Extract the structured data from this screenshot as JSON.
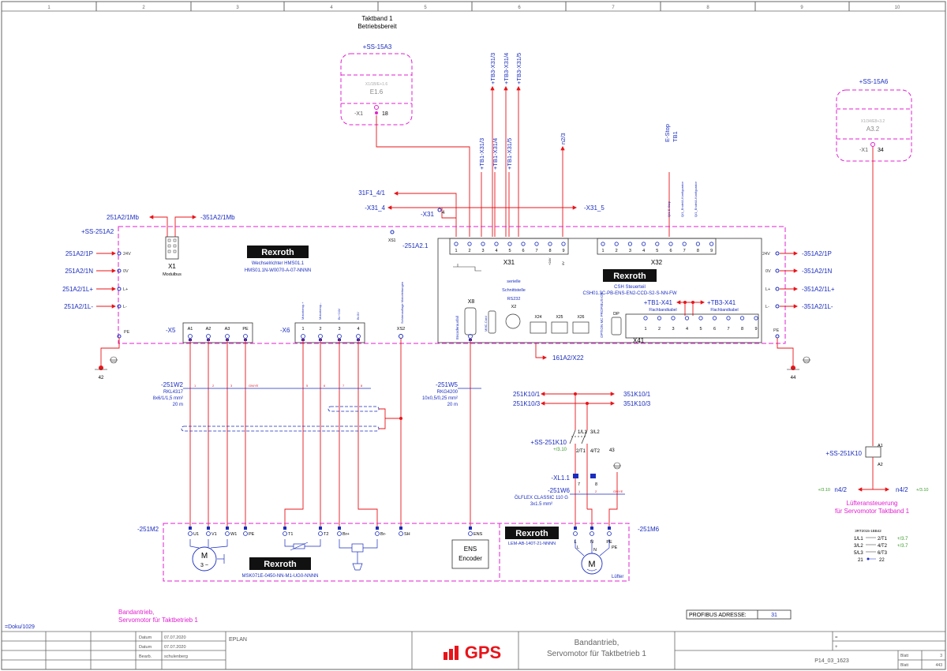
{
  "sheet": {
    "columns": [
      "1",
      "2",
      "3",
      "4",
      "5",
      "6",
      "7",
      "8",
      "9",
      "10"
    ],
    "header_title": "Taktband 1",
    "header_subtitle": "Betriebsbereit",
    "doku_ref": "=Doku/1029",
    "note_line1": "Bandantrieb,",
    "note_line2": "Servomotor für Taktbetrieb 1",
    "profibus_label": "PROFIBUS ADRESSE:",
    "profibus_value": "31"
  },
  "title_block": {
    "datum_label_1": "Datum",
    "datum_1": "07.07.2020",
    "datum_label_2": "Datum",
    "datum_2": "07.07.2020",
    "bearb_label": "Bearb.",
    "bearb": "schulenberg",
    "software": "EPLAN",
    "logo_text": "GPS",
    "drawing_title_1": "Bandantrieb,",
    "drawing_title_2": "Servomotor für Taktbetrieb 1",
    "eq_sign": "=",
    "plus_sign": "+",
    "drawing_number": "P14_03_1623",
    "blatt_label_1": "Blatt",
    "blatt_1": "3",
    "blatt_label_2": "Blatt",
    "blatt_2": "443"
  },
  "modules": {
    "ss15a3": {
      "name": "+SS-15A3",
      "sub": "X1/1B/E+1.6",
      "device": "E1.6",
      "terminal": "-X1",
      "pin": "18"
    },
    "ss15a6": {
      "name": "+SS-15A6",
      "sub": "X1/34/E8+3.2",
      "device": "A3.2",
      "terminal": "-X1",
      "pin": "34"
    }
  },
  "signals_top": {
    "up_tb3": [
      "+TB3-X31/3",
      "+TB3-X31/4",
      "+TB3-X31/5"
    ],
    "down_tb1": [
      "+TB1-X31/3",
      "+TB1-X31/4",
      "+TB1-X31/5"
    ],
    "n2": "n2/3",
    "estop_1": "E-Stop",
    "estop_2": "TB1",
    "x32_small_1": "Q/1-E-Stop",
    "x32_small_2": "Q/1_Ende/A-Konfigurator",
    "x32_small_3": "Q/1_Ende/A-Konfigurator",
    "f31": "31F1_4/1",
    "x31_4": "-X31_4",
    "x31_5": "-X31_5",
    "x31": "-X31",
    "x31_pin": "4"
  },
  "drive": {
    "cabinet": "+SS-251A2",
    "mb_in": "251A2/1Mb",
    "mb_out": "-351A2/1Mb",
    "modulbus_tag": "X1",
    "modulbus_label": "Modulbus",
    "brand": "Rexroth",
    "type_1": "Wechselrichter HMS01.1",
    "type_2": "HMS01.1N-W0070-A-07-NNNN",
    "xs1": "XS1",
    "a21": "-251A2.1",
    "left_signals": [
      "251A2/1P",
      "251A2/1N",
      "251A2/1L+",
      "251A2/1L-"
    ],
    "left_pins": [
      "24V",
      "0V",
      "L+",
      "L-"
    ],
    "right_signals": [
      "-351A2/1P",
      "-351A2/1N",
      "-351A2/1L+",
      "-351A2/1L-"
    ],
    "right_pins": [
      "24V",
      "0V",
      "L+",
      "L-"
    ],
    "pe": "PE",
    "pe_left_num": "42",
    "pe_right_num": "44"
  },
  "csh": {
    "brand": "Rexroth",
    "label_1": "CSH Steuerteil",
    "label_2": "CSH01.3C-PB-ENS-EN2-CCD-S2-S-NN-FW",
    "x31_label": "X31",
    "x31_pins": [
      "1",
      "2",
      "3",
      "4",
      "5",
      "6",
      "7",
      "8",
      "9"
    ],
    "x31_extra": [
      "+24V",
      "0V"
    ],
    "x32_label": "X32",
    "x32_pins": [
      "1",
      "2",
      "3",
      "4",
      "5",
      "6",
      "7",
      "8",
      "9"
    ],
    "seriell_1": "serielle",
    "seriell_2": "Schnittstelle",
    "seriell_3": "RS232",
    "seriell_4": "X2",
    "x8": "X8",
    "geber": "Encoderausfall",
    "mmc": "MMC-Card",
    "ports": [
      "X24",
      "X25",
      "X26"
    ],
    "option": "OPTION MC PROFIBUS-DP",
    "dp": "DP",
    "tb1_x41": "+TB1-X41",
    "tb3_x41": "+TB3-X41",
    "flach_1": "Flachbandkabel",
    "flach_2": "Flachbandkabel",
    "x41_label": "X41",
    "x41_pins": [
      "1",
      "2",
      "3",
      "4",
      "5",
      "6",
      "7",
      "8",
      "9"
    ],
    "x22_ref": "161A2/X22"
  },
  "x5": {
    "tag": "-X5",
    "pins": [
      "A1",
      "A2",
      "A3",
      "PE"
    ]
  },
  "x6": {
    "tag": "-X6",
    "pins": [
      "1",
      "2",
      "3",
      "4"
    ],
    "heads": [
      "Motortemp.+",
      "Motortemp.-",
      "Br.+24V",
      "Br.0V"
    ]
  },
  "xs2": {
    "tag": "XS2",
    "head": "Schirmauflage Motorleitungen"
  },
  "cables": {
    "w2": {
      "name": "-251W2",
      "type": "RKL4317",
      "size": "8x6/1/1,5 mm²",
      "length": "20 m",
      "cores": [
        "1",
        "2",
        "3",
        "GN/YE",
        "5",
        "6",
        "7",
        "8"
      ]
    },
    "w5": {
      "name": "-251W5",
      "type": "RKG4200",
      "size": "10x0,5/0,25 mm²",
      "length": "20 m"
    },
    "w6": {
      "name": "-251W6",
      "type_1": "ÖLFLEX CLASSIC 110 G",
      "type_2": "3x1.5 mm²",
      "cores": [
        "1",
        "2",
        "GN/YE"
      ]
    }
  },
  "motor": {
    "tag": "-251M2",
    "pins": [
      "U1",
      "V1",
      "W1",
      "PE",
      "T1",
      "T2",
      "Br+",
      "Br-",
      "SH"
    ],
    "symbol": "M",
    "symbol_sub": "3 ~",
    "brand": "Rexroth",
    "type": "MSK071E-0450-NN-M1-UG0-NNNN",
    "ens_pin": "ENS",
    "encoder_1": "ENS",
    "encoder_2": "Encoder"
  },
  "fan": {
    "tag": "-251M6",
    "brand": "Rexroth",
    "type": "LEM-AB-140T-21-NNNN",
    "pins": [
      "L",
      "N",
      "PE"
    ],
    "sub_pins": [
      "L",
      "N",
      "PE"
    ],
    "symbol": "M",
    "label": "Lüfter"
  },
  "contactor": {
    "refs_left": [
      "251K10/1",
      "251K10/3"
    ],
    "refs_right": [
      "351K10/1",
      "351K10/3"
    ],
    "tag": "+SS-251K10",
    "ref": "+/3.10",
    "contacts_top": [
      "1/L1",
      "3/L2"
    ],
    "contacts_bot": [
      "2/T1",
      "4/T2"
    ],
    "pe_num": "43",
    "xl": "-XL1.1",
    "xl_pins": [
      "7",
      "8"
    ],
    "coil_tag": "+SS-251K10",
    "coil_a1": "A1",
    "coil_a2": "A2",
    "n4_left": "n4/2",
    "n4_left_ref": "+/3.10",
    "n4_right": "n4/2",
    "n4_right_ref": "+/3.10",
    "note_1": "Lüfteransteuerung",
    "note_2": "für Servomotor Taktband 1",
    "tbl_head": "3RT2015-1BB42",
    "tbl_left": [
      "1/L1",
      "3/L2",
      "5/L3",
      "21"
    ],
    "tbl_right": [
      "2/T1",
      "4/T2",
      "6/T3",
      "22"
    ],
    "tbl_refs": [
      "+/3.7",
      "+/3.7"
    ]
  },
  "colors": {
    "red": "#e8141a",
    "blue": "#1a2dbf",
    "magenta": "#e020d0",
    "black": "#000000",
    "green": "#3a9a2a",
    "gray": "#888888"
  }
}
